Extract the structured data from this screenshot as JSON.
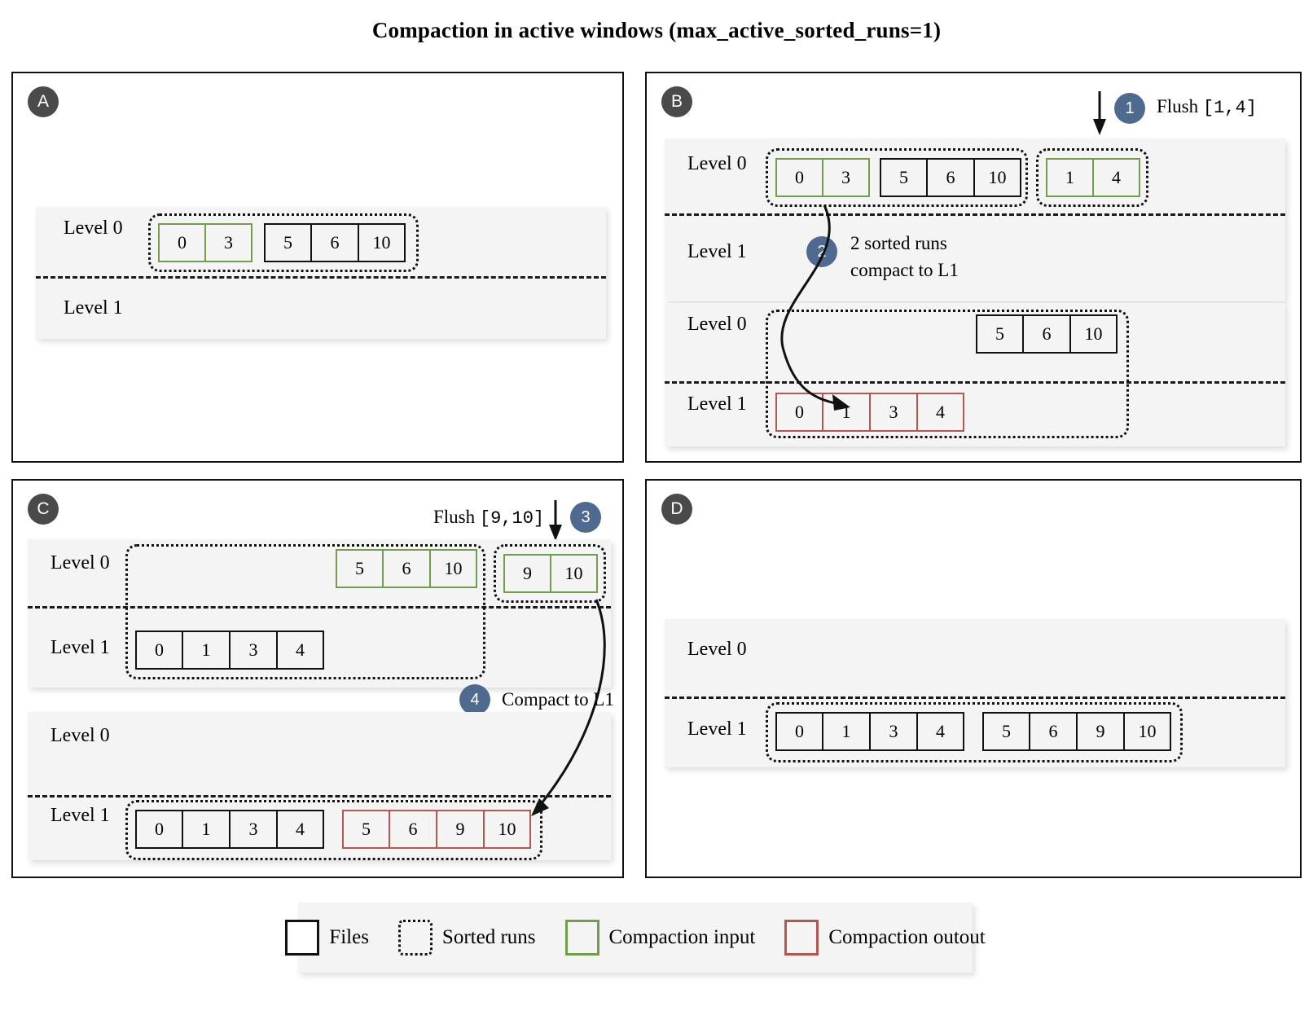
{
  "title": "Compaction in active windows (max_active_sorted_runs=1)",
  "panels": {
    "a": {
      "label": "A",
      "level0_label": "Level 0",
      "level1_label": "Level 1",
      "runs": [
        {
          "style": "compaction-input",
          "files": [
            "0",
            "3"
          ]
        },
        {
          "style": "files",
          "files": [
            "5",
            "6",
            "10"
          ]
        }
      ],
      "level1_runs": []
    },
    "b": {
      "label": "B",
      "step1": {
        "number": "1",
        "text": "Flush",
        "range": "[1,4]"
      },
      "step2": {
        "number": "2",
        "line1": "2 sorted runs",
        "line2": "compact to L1"
      },
      "top": {
        "level0_label": "Level 0",
        "level1_label": "Level 1",
        "run1": {
          "style": "compaction-input",
          "files": [
            "0",
            "3"
          ]
        },
        "run2": {
          "style": "files",
          "files": [
            "5",
            "6",
            "10"
          ]
        },
        "run3": {
          "style": "compaction-input",
          "files": [
            "1",
            "4"
          ]
        }
      },
      "bottom": {
        "level0_label": "Level 0",
        "level1_label": "Level 1",
        "level0_run": {
          "style": "files",
          "files": [
            "5",
            "6",
            "10"
          ]
        },
        "level1_run": {
          "style": "compaction-output",
          "files": [
            "0",
            "1",
            "3",
            "4"
          ]
        }
      }
    },
    "c": {
      "label": "C",
      "step3": {
        "number": "3",
        "text": "Flush",
        "range": "[9,10]"
      },
      "step4": {
        "number": "4",
        "text": "Compact to L1"
      },
      "top": {
        "level0_label": "Level 0",
        "level1_label": "Level 1",
        "level0_run": {
          "style": "compaction-input",
          "files": [
            "5",
            "6",
            "10"
          ]
        },
        "level1_run": {
          "style": "files",
          "files": [
            "0",
            "1",
            "3",
            "4"
          ]
        },
        "flushed_run": {
          "style": "compaction-input",
          "files": [
            "9",
            "10"
          ]
        }
      },
      "bottom": {
        "level0_label": "Level 0",
        "level1_label": "Level 1",
        "level1_run_a": {
          "style": "files",
          "files": [
            "0",
            "1",
            "3",
            "4"
          ]
        },
        "level1_run_b": {
          "style": "compaction-output",
          "files": [
            "5",
            "6",
            "9",
            "10"
          ]
        }
      }
    },
    "d": {
      "label": "D",
      "level0_label": "Level 0",
      "level1_label": "Level 1",
      "level1_run_a": {
        "style": "files",
        "files": [
          "0",
          "1",
          "3",
          "4"
        ]
      },
      "level1_run_b": {
        "style": "files",
        "files": [
          "5",
          "6",
          "9",
          "10"
        ]
      }
    }
  },
  "legend": {
    "items": [
      {
        "swatch": "files-swatch",
        "label": "Files"
      },
      {
        "swatch": "sorted-runs-swatch",
        "label": "Sorted runs"
      },
      {
        "swatch": "compaction-input-swatch",
        "label": "Compaction input"
      },
      {
        "swatch": "compaction-output-swatch",
        "label": "Compaction outout"
      }
    ]
  },
  "colors": {
    "compaction_input": "#6f9f4a",
    "compaction_output": "#b5564f",
    "step_badge": "#4f6a8f",
    "panel_badge": "#4a4a4a",
    "band": "#f4f4f4"
  }
}
